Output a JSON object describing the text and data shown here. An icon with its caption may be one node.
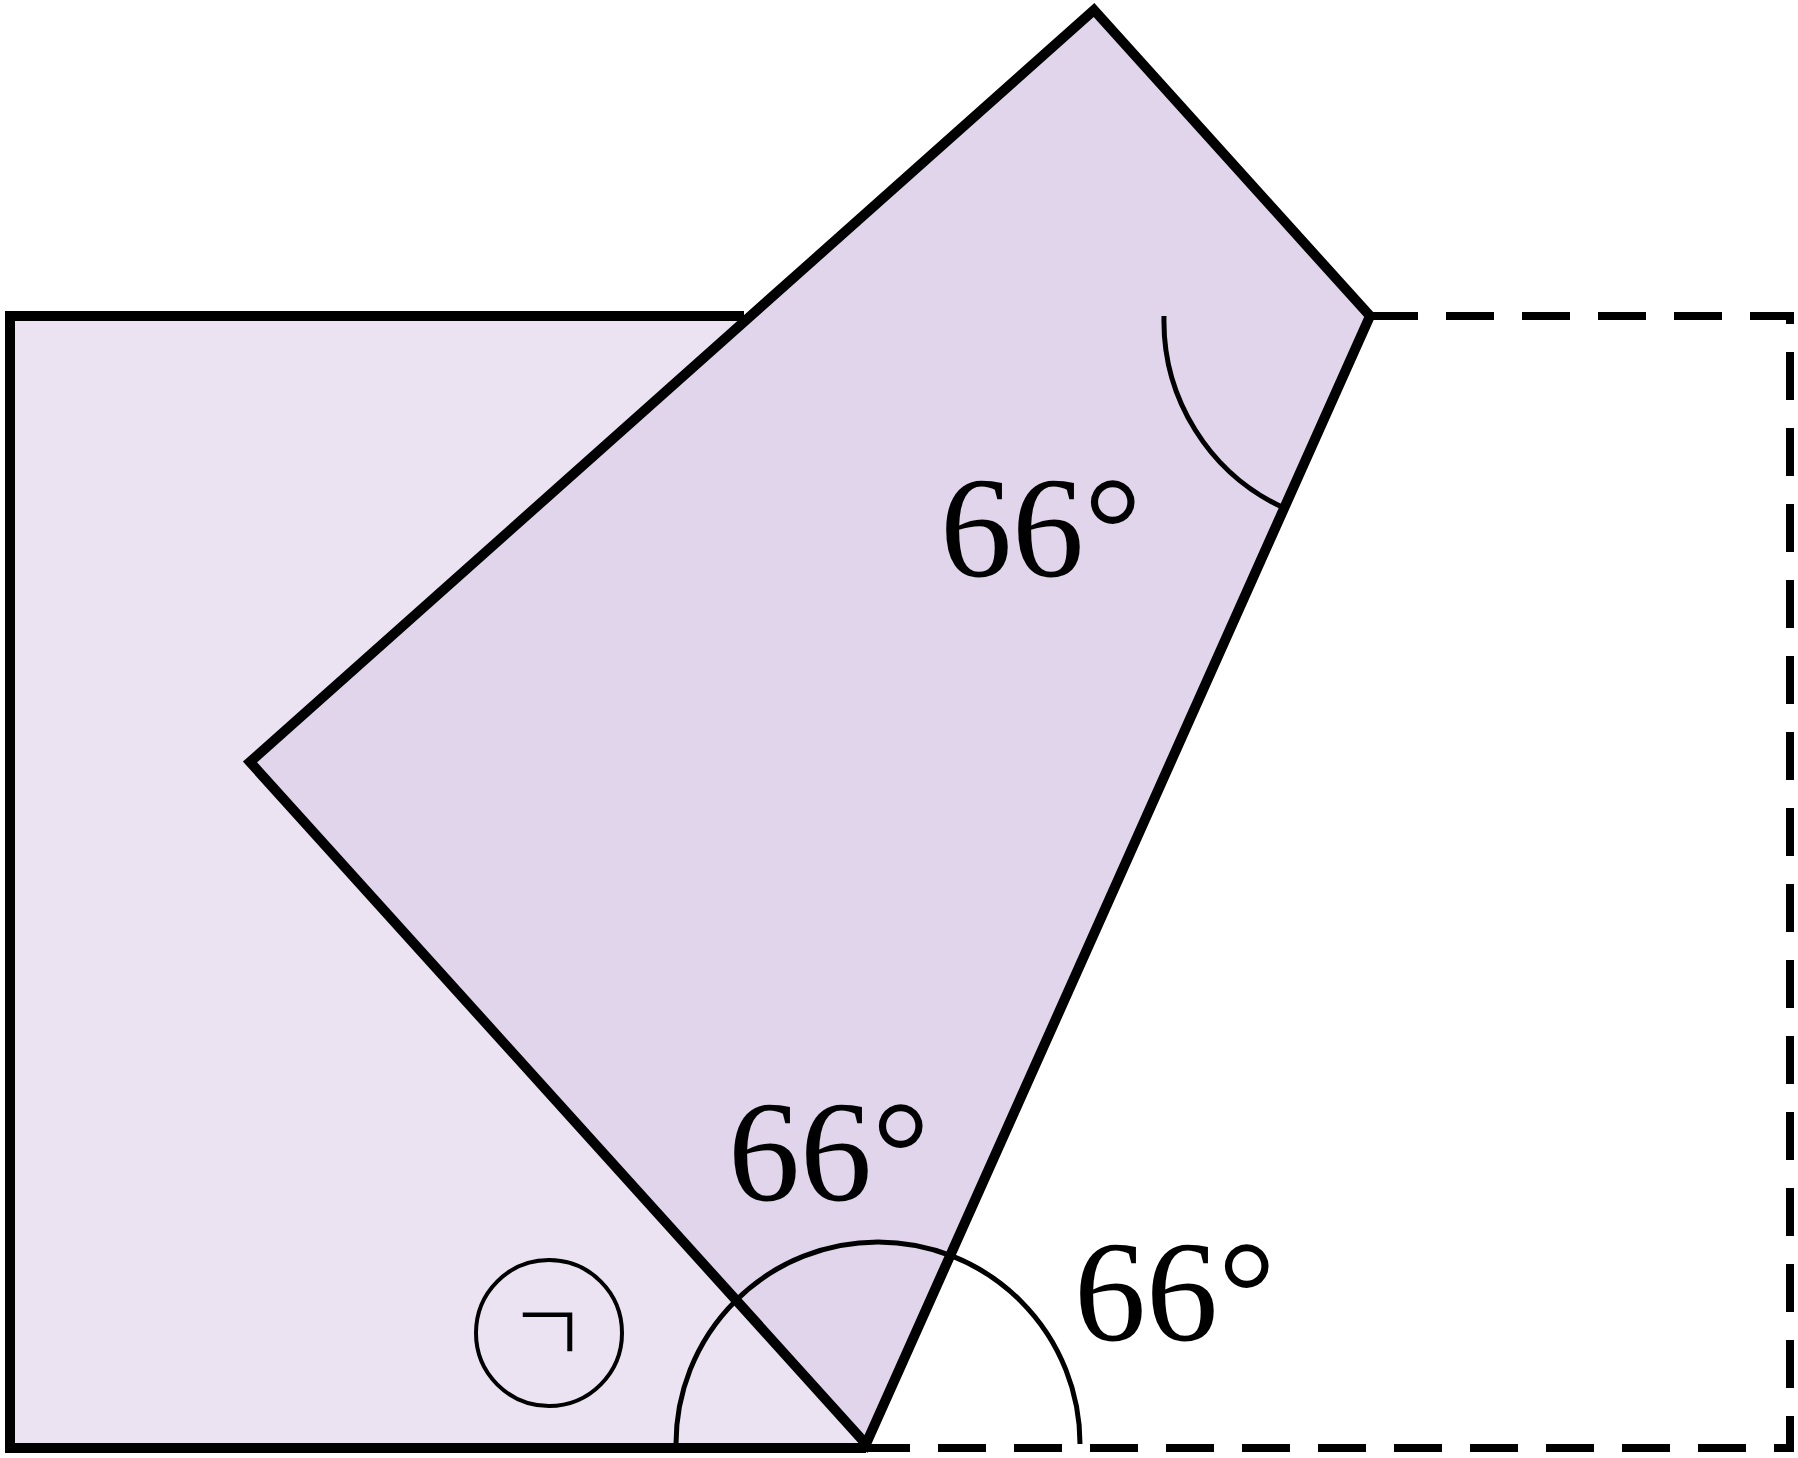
{
  "diagram": {
    "nodes": [
      {
        "text": [
          "ㄱ"
        ]
      }
    ],
    "labels": [
      "66°",
      "66°",
      "66°"
    ]
  }
}
